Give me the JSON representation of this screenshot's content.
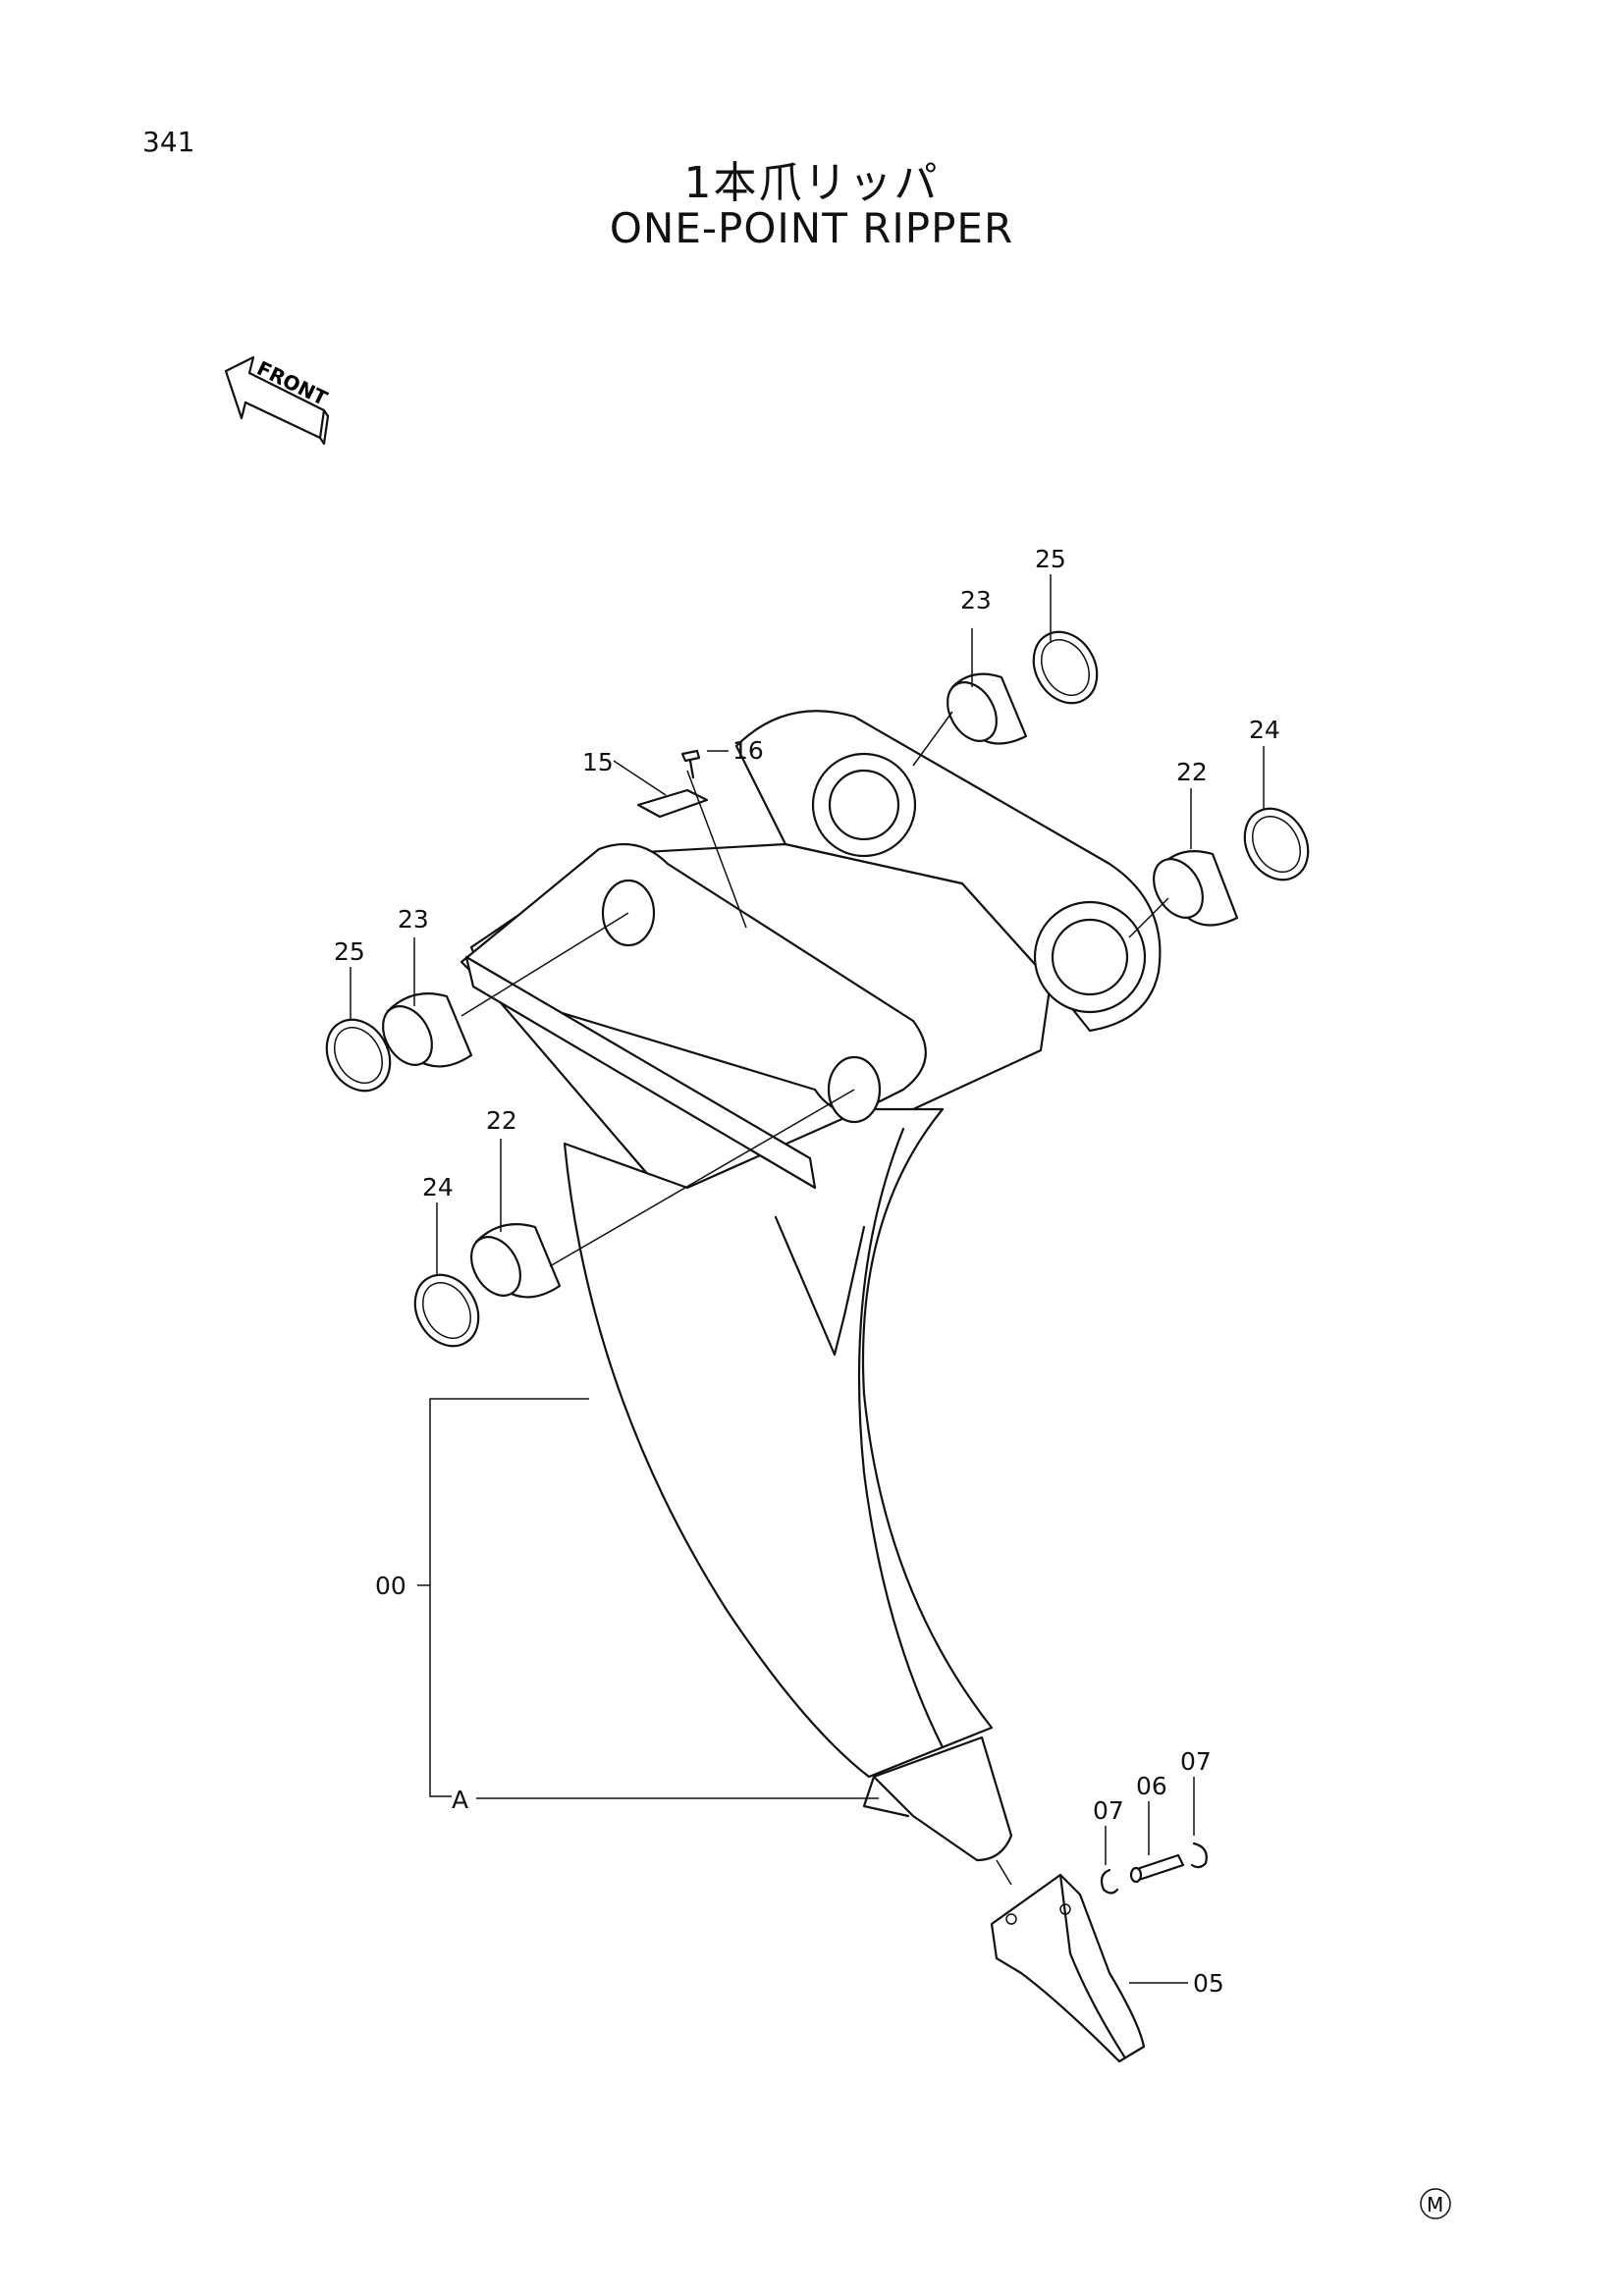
{
  "page": {
    "number": "341",
    "title_jp": "1本爪リッパ",
    "title_en": "ONE-POINT RIPPER",
    "front_arrow_label": "FRONT",
    "corner_mark": "M"
  },
  "parts": {
    "p25_top": "25",
    "p23_top": "23",
    "p16": "16",
    "p15": "15",
    "p24_right": "24",
    "p22_right": "22",
    "p23_left": "23",
    "p25_left": "25",
    "p22_left": "22",
    "p24_left": "24",
    "p00": "00",
    "pA": "A",
    "p07_a": "07",
    "p06": "06",
    "p07_b": "07",
    "p05": "05"
  }
}
